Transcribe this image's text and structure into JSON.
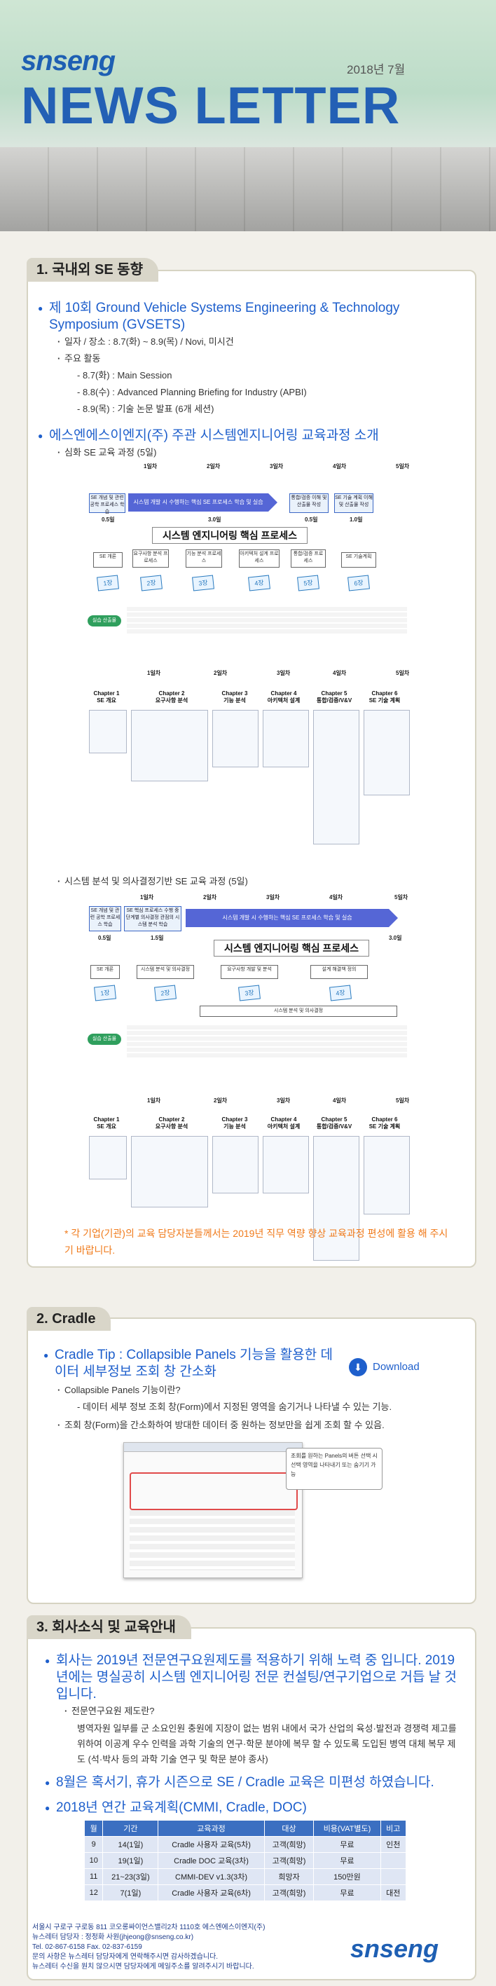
{
  "header": {
    "logo_main": "snseng",
    "date": "2018년 7월",
    "title": "NEWS LETTER"
  },
  "section1": {
    "title": "1. 국내외 SE 동향",
    "gvsets": {
      "heading": "제 10회 Ground Vehicle Systems Engineering & Technology Symposium (GVSETS)",
      "date_place": "일자 / 장소 : 8.7(화) ~ 8.9(목) / Novi, 미시건",
      "main_activities": "주요 활동",
      "activities": [
        "- 8.7(화) : Main Session",
        "- 8.8(수) : Advanced Planning Briefing for Industry (APBI)",
        "- 8.9(목) : 기술 논문 발표 (6개 세션)"
      ]
    },
    "course": {
      "heading": "에스엔에스이엔지(주) 주관 시스템엔지니어링 교육과정 소개",
      "advanced": "심화 SE 교육 과정 (5일)",
      "analysis": "시스템 분석 및 의사결정기반 SE 교육 과정 (5일)",
      "note": "* 각 기업(기관)의 교육 담당자분들께서는 2019년 직무 역량 향상 교육과정 편성에 활용 해 주시기 바랍니다."
    },
    "diagram1": {
      "weeks": [
        "1일차",
        "2일차",
        "3일차",
        "4일차",
        "5일차"
      ],
      "left_box": "SE 개념 및 관련 공학 프로세스 학습",
      "arrow_text": "시스템 개발 시 수행하는 핵심 SE 프로세스 학습 및 실습",
      "mid_box": "통합/검증 이해 및 산출물 작성",
      "right_box": "SE 기술 계획 이해 및 산출물 작성",
      "days": [
        "0.5일",
        "3.0일",
        "0.5일",
        "1.0일"
      ],
      "core": "시스템 엔지니어링 핵심 프로세스",
      "steps": [
        "SE 개론",
        "요구사항 분석 프로세스",
        "기능 분석 프로세스",
        "아키텍처 설계 프로세스",
        "통합/검증 프로세스",
        "SE 기술계획"
      ],
      "chips": [
        "1장",
        "2장",
        "3장",
        "4장",
        "5장",
        "6장"
      ],
      "output_label": "실습 산출물"
    },
    "diagram2": {
      "weeks": [
        "1일차",
        "2일차",
        "3일차",
        "4일차",
        "5일차"
      ],
      "chapters": [
        {
          "head": "Chapter 1",
          "sub": "SE 개요"
        },
        {
          "head": "Chapter 2",
          "sub": "요구사항 분석"
        },
        {
          "head": "Chapter 3",
          "sub": "기능 분석"
        },
        {
          "head": "Chapter 4",
          "sub": "아키텍처 설계"
        },
        {
          "head": "Chapter 5",
          "sub": "통합/검증/V&V"
        },
        {
          "head": "Chapter 6",
          "sub": "SE 기술 계획"
        }
      ]
    },
    "diagram3": {
      "weeks": [
        "1일차",
        "2일차",
        "3일차",
        "4일차",
        "5일차"
      ],
      "left_box": "SE 개념 및 관련 공학 프로세스 학습",
      "second_box": "SE 핵심 프로세스 수행 중 단계별 의사결정 관점의 시스템 분석 학습",
      "arrow_text": "시스템 개발 시 수행하는 핵심 SE 프로세스 학습 및 실습",
      "days": [
        "0.5일",
        "1.5일",
        "3.0일"
      ],
      "core": "시스템 엔지니어링 핵심 프로세스",
      "steps": [
        "SE 개론",
        "시스템 분석 및 의사결정",
        "요구사항 개발 및 분석",
        "설계 해결책 정의"
      ],
      "chips": [
        "1장",
        "2장",
        "3장",
        "4장"
      ],
      "bottom_bar": "시스템 분석 및 의사결정",
      "output_label": "실습 산출물"
    },
    "diagram4": {
      "weeks": [
        "1일차",
        "2일차",
        "3일차",
        "4일차",
        "5일차"
      ],
      "chapters": [
        {
          "head": "Chapter 1",
          "sub": "SE 개요"
        },
        {
          "head": "Chapter 2",
          "sub": "요구사항 분석"
        },
        {
          "head": "Chapter 3",
          "sub": "기능 분석"
        },
        {
          "head": "Chapter 4",
          "sub": "아키텍처 설계"
        },
        {
          "head": "Chapter 5",
          "sub": "통합/검증/V&V"
        },
        {
          "head": "Chapter 6",
          "sub": "SE 기술 계획"
        }
      ]
    }
  },
  "section2": {
    "title": "2. Cradle",
    "tip_heading": "Cradle Tip : Collapsible Panels 기능을 활용한 데이터 세부정보 조회 창 간소화",
    "download": "Download",
    "q": "Collapsible Panels 기능이란?",
    "q_answer": "- 데이터 세부 정보 조회 창(Form)에서 지정된 영역을 숨기거나 나타낼 수 있는 기능.",
    "desc": "조회 창(Form)을 간소화하여 방대한 데이터 중 원하는 정보만을 쉽게 조회 할 수 있음.",
    "callout": "조회를 원하는 Panels의 버튼 선택 시 선택 영역을 나타내기 또는 숨기기 가능"
  },
  "section3": {
    "title": "3. 회사소식 및 교육안내",
    "news1": "회사는 2019년 전문연구요원제도를 적용하기 위해 노력 중 입니다. 2019년에는 명실공히 시스템 엔지니어링 전문 컨설팅/연구기업으로 거듭 날 것입니다.",
    "q": "전문연구요원 제도란?",
    "q_body": "병역자원 일부를 군 소요인원 충원에 지장이 없는 범위 내에서 국가 산업의 육성·발전과 경쟁력 제고를 위하여 이공계 우수 인력을 과학 기술의 연구·학문 분야에 복무 할 수 있도록 도입된 병역 대체 복무 제도 (석·박사 등의 과학 기술 연구 및 학문 분야 종사)",
    "news2": "8월은 혹서기, 휴가 시즌으로 SE / Cradle 교육은 미편성 하였습니다.",
    "plan_heading": "2018년 연간 교육계획(CMMI, Cradle, DOC)",
    "table": {
      "headers": [
        "월",
        "기간",
        "교육과정",
        "대상",
        "비용(VAT별도)",
        "비고"
      ],
      "rows": [
        [
          "9",
          "14(1일)",
          "Cradle 사용자 교육(5차)",
          "고객(희망)",
          "무료",
          "인천"
        ],
        [
          "10",
          "19(1일)",
          "Cradle DOC 교육(3차)",
          "고객(희망)",
          "무료",
          ""
        ],
        [
          "11",
          "21~23(3일)",
          "CMMI-DEV v1.3(3차)",
          "희망자",
          "150만원",
          ""
        ],
        [
          "12",
          "7(1일)",
          "Cradle 사용자 교육(6차)",
          "고객(희망)",
          "무료",
          "대전"
        ]
      ]
    }
  },
  "footer": {
    "address": "서울시 구로구 구로동 811 코오롱싸이언스밸리2차 1110호 에스엔에스이엔지(주)",
    "contact": "뉴스레터 담당자 : 정정화 사원(jhjeong@snseng.co.kr)",
    "tel": "Tel. 02-867-6158  Fax. 02-837-6159",
    "inquiry": "문의 사항은 뉴스레터 담당자에게 연락해주시면 감사하겠습니다.",
    "unsubscribe": "뉴스레터 수신을 원치 않으시면 담당자에게 메일주소를 알려주시기 바랍니다.",
    "logo": "snseng"
  },
  "colors": {
    "brand_blue": "#1e5fcc",
    "brand_red": "#e0292f",
    "accent_orange": "#f07a1a",
    "section_tan": "#d9d6c9"
  }
}
